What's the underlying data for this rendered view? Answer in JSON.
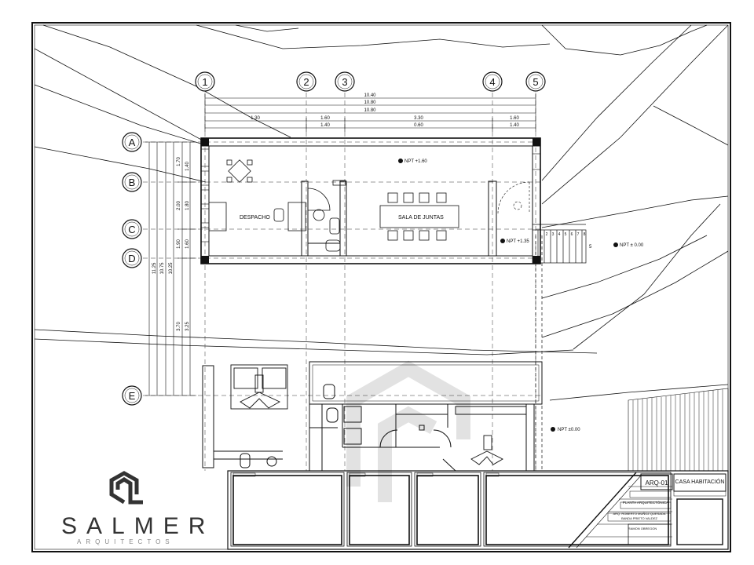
{
  "grid": {
    "columns": [
      "1",
      "2",
      "3",
      "4",
      "5"
    ],
    "rows": [
      "A",
      "B",
      "C",
      "D",
      "E"
    ]
  },
  "rooms": {
    "office": "DESPACHO",
    "meeting": "SALA DE JUNTAS"
  },
  "levels": {
    "upper": "NPT +1.60",
    "landing": "NPT +1.35",
    "ground": "NPT ± 0.00",
    "lower": "NPT ±0.00"
  },
  "stairs": {
    "steps": [
      "1",
      "2",
      "3",
      "4",
      "5",
      "6",
      "7",
      "8"
    ],
    "last": "5"
  },
  "dimensions": {
    "total_1": "10.40",
    "total_2": "10.80",
    "total_3": "10.80",
    "seg_a": [
      "1.30",
      "1.60",
      "3.30",
      "1.60"
    ],
    "seg_b": [
      "1.40",
      "0.60",
      "1.40"
    ],
    "vertical": [
      "1.40",
      "1.70",
      "1.80",
      "2.00",
      "1.60",
      "1.90",
      "3.25",
      "3.70",
      "10.25",
      "10.75",
      "11.25"
    ]
  },
  "title_block": {
    "sheet_code": "ARQ-01",
    "project_name": "CASA HABITACIÓN",
    "drawing_title": "PLANTA ARQUITECTÓNICA",
    "author": "ARQ. ROBERTO MUÑOZ QUESADA",
    "reviewer": "BANDA PRIETO VALDEZ",
    "owner": "RAMON OBREGON"
  },
  "logo": {
    "name": "SALMER",
    "tagline": "ARQUITECTOS"
  },
  "colors": {
    "line": "#111111",
    "watermark": "#dcdcdc",
    "logo": "#333333"
  }
}
